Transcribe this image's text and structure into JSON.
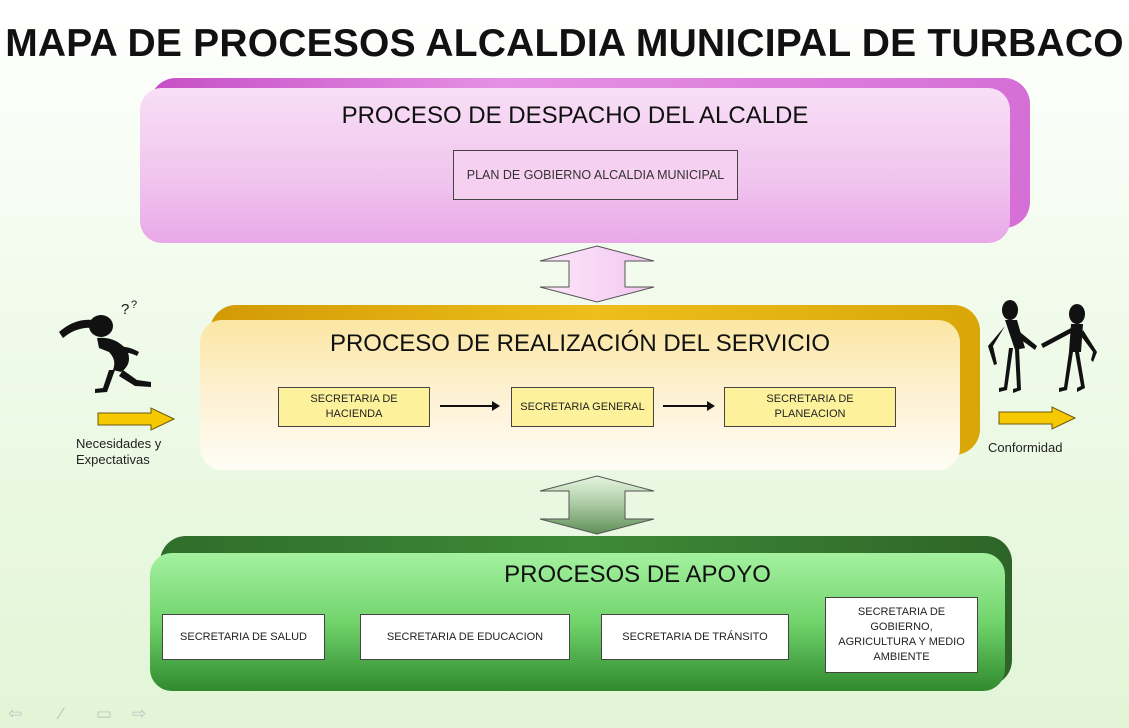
{
  "title": "MAPA DE PROCESOS ALCALDIA MUNICIPAL DE TURBACO",
  "top_panel": {
    "title": "PROCESO DE DESPACHO DEL ALCALDE",
    "box": "PLAN DE GOBIERNO ALCALDIA MUNICIPAL"
  },
  "middle_panel": {
    "title": "PROCESO DE REALIZACIÓN DEL SERVICIO",
    "boxes": [
      "SECRETARIA DE HACIENDA",
      "SECRETARIA GENERAL",
      "SECRETARIA DE PLANEACION"
    ]
  },
  "bottom_panel": {
    "title": "PROCESOS DE APOYO",
    "boxes": [
      "SECRETARIA DE SALUD",
      "SECRETARIA DE EDUCACION",
      "SECRETARIA DE TRÁNSITO",
      "SECRETARIA DE GOBIERNO, AGRICULTURA Y MEDIO AMBIENTE"
    ]
  },
  "inputs_label": "Necesidades y Expectativas",
  "outputs_label": "Conformidad",
  "colors": {
    "top_panel": "#f0c4ee",
    "middle_panel": "#fbe6a3",
    "bottom_panel": "#72d46c",
    "yellow_arrow": "#f5c800"
  },
  "icons": [
    "thinking-person-icon",
    "handshake-icon",
    "prev-slide-icon",
    "pen-icon",
    "menu-icon",
    "next-slide-icon"
  ]
}
